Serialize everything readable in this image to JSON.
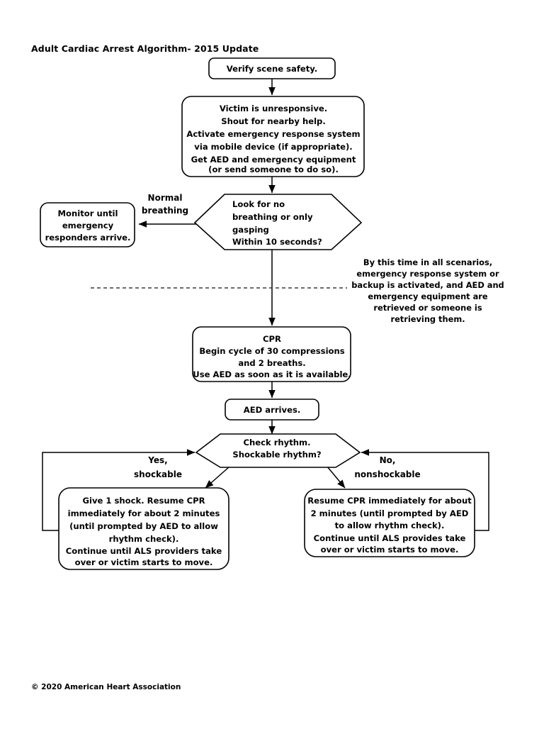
{
  "document": {
    "title": "Adult Cardiac Arrest Algorithm- 2015 Update",
    "copyright": "© 2020 American Heart Association"
  },
  "colors": {
    "background": "#ffffff",
    "stroke": "#000000",
    "text": "#000000",
    "dashed_separator": "#3b3b3b"
  },
  "chart_data": {
    "type": "diagram",
    "title": "Adult Cardiac Arrest Algorithm- 2015 Update",
    "nodes": [
      {
        "id": "verify",
        "shape": "rounded-rectangle",
        "align": "center",
        "lines": [
          "Verify scene safety."
        ]
      },
      {
        "id": "unresponsive",
        "shape": "rounded-rectangle",
        "align": "center",
        "lines": [
          "Victim is unresponsive.",
          "Shout for nearby help.",
          "Activate emergency response system",
          "via mobile device (if appropriate).",
          "Get AED and emergency equipment",
          "(or send someone to do so)."
        ]
      },
      {
        "id": "breathing-check",
        "shape": "hexagon",
        "align": "left",
        "lines": [
          "Look for no",
          "breathing or only",
          "gasping",
          "Within 10 seconds?"
        ]
      },
      {
        "id": "monitor",
        "shape": "rounded-rectangle",
        "align": "center",
        "lines": [
          "Monitor until",
          "emergency",
          "responders arrive."
        ]
      },
      {
        "id": "cpr",
        "shape": "rounded-rectangle",
        "align": "center",
        "lines": [
          "CPR",
          "Begin cycle of 30 compressions",
          "and 2 breaths.",
          "Use AED as soon as it is available."
        ]
      },
      {
        "id": "aed-arrives",
        "shape": "rounded-rectangle",
        "align": "center",
        "lines": [
          "AED arrives."
        ]
      },
      {
        "id": "rhythm-check",
        "shape": "hexagon",
        "align": "center",
        "lines": [
          "Check rhythm.",
          "Shockable rhythm?"
        ]
      },
      {
        "id": "shockable-action",
        "shape": "rounded-rectangle",
        "align": "center",
        "lines": [
          "Give 1 shock. Resume CPR",
          "immediately for about 2 minutes",
          "(until prompted by AED to allow",
          "rhythm check).",
          "Continue until ALS providers take",
          "over or victim starts to move."
        ]
      },
      {
        "id": "nonshockable-action",
        "shape": "rounded-rectangle",
        "align": "center",
        "lines": [
          "Resume CPR immediately for about",
          "2 minutes (until prompted by AED",
          "to allow rhythm check).",
          "Continue until ALS provides take",
          "over or victim starts to move."
        ]
      }
    ],
    "edge_labels": [
      {
        "id": "normal-breathing",
        "lines": [
          "Normal",
          "breathing"
        ]
      },
      {
        "id": "yes-shockable",
        "lines": [
          "Yes,",
          "shockable"
        ]
      },
      {
        "id": "no-nonshockable",
        "lines": [
          "No,",
          "nonshockable"
        ]
      }
    ],
    "annotations": [
      {
        "id": "side-note",
        "lines": [
          "By this time in all scenarios,",
          "emergency response system or",
          "backup is activated, and AED and",
          "emergency equipment are",
          "retrieved or someone is",
          "retrieving them."
        ]
      }
    ],
    "edges": [
      {
        "from": "verify",
        "to": "unresponsive"
      },
      {
        "from": "unresponsive",
        "to": "breathing-check"
      },
      {
        "from": "breathing-check",
        "to": "monitor",
        "label": "normal-breathing"
      },
      {
        "from": "breathing-check",
        "to": "cpr"
      },
      {
        "from": "cpr",
        "to": "aed-arrives"
      },
      {
        "from": "aed-arrives",
        "to": "rhythm-check"
      },
      {
        "from": "rhythm-check",
        "to": "shockable-action",
        "label": "yes-shockable"
      },
      {
        "from": "rhythm-check",
        "to": "nonshockable-action",
        "label": "no-nonshockable"
      },
      {
        "from": "shockable-action",
        "to": "rhythm-check",
        "loop": true
      },
      {
        "from": "nonshockable-action",
        "to": "rhythm-check",
        "loop": true
      }
    ]
  }
}
